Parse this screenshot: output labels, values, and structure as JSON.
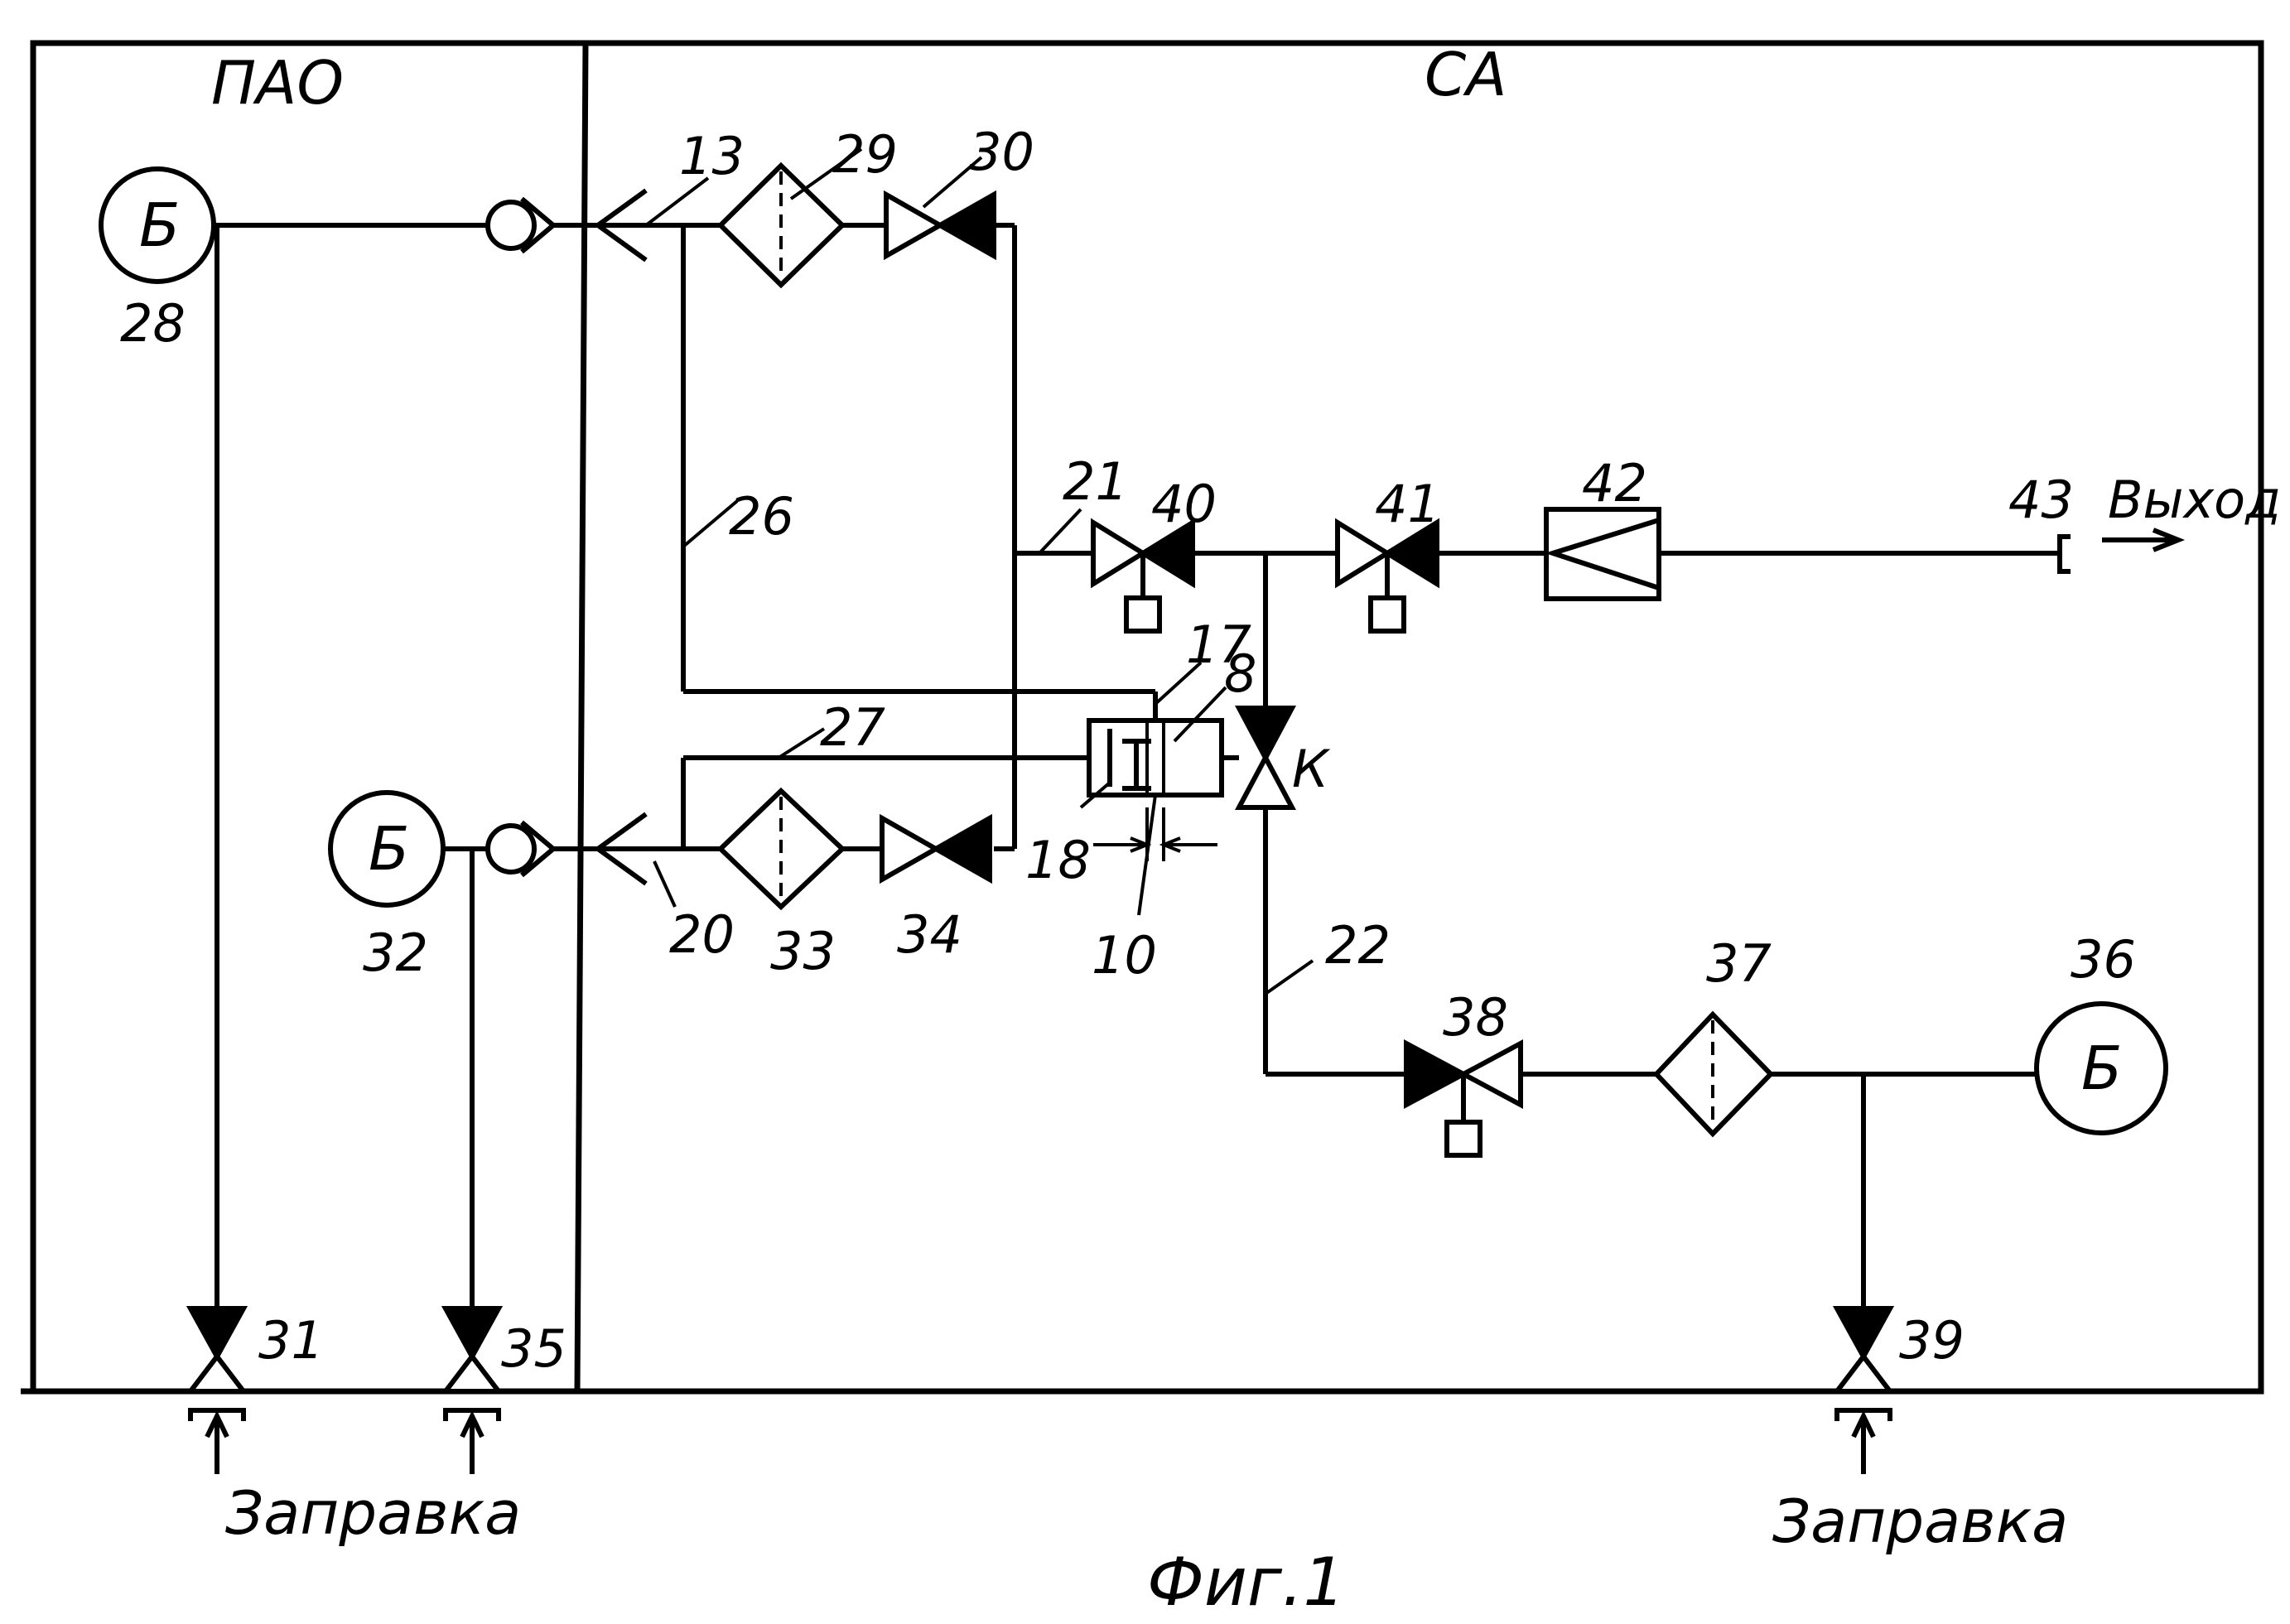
{
  "sections": {
    "left": "ПАО",
    "right": "СА"
  },
  "tank_symbol": "Б",
  "text": {
    "refuel_left": "Заправка",
    "refuel_right": "Заправка",
    "output": "Выход",
    "valve_k": "К",
    "caption": "Фиг.1"
  },
  "labels": {
    "n8": "8",
    "n10": "10",
    "n13": "13",
    "n17": "17",
    "n18": "18",
    "n20": "20",
    "n21": "21",
    "n22": "22",
    "n26": "26",
    "n27": "27",
    "n28": "28",
    "n29": "29",
    "n30": "30",
    "n31": "31",
    "n32": "32",
    "n33": "33",
    "n34": "34",
    "n35": "35",
    "n36": "36",
    "n37": "37",
    "n38": "38",
    "n39": "39",
    "n40": "40",
    "n41": "41",
    "n42": "42",
    "n43": "43"
  }
}
